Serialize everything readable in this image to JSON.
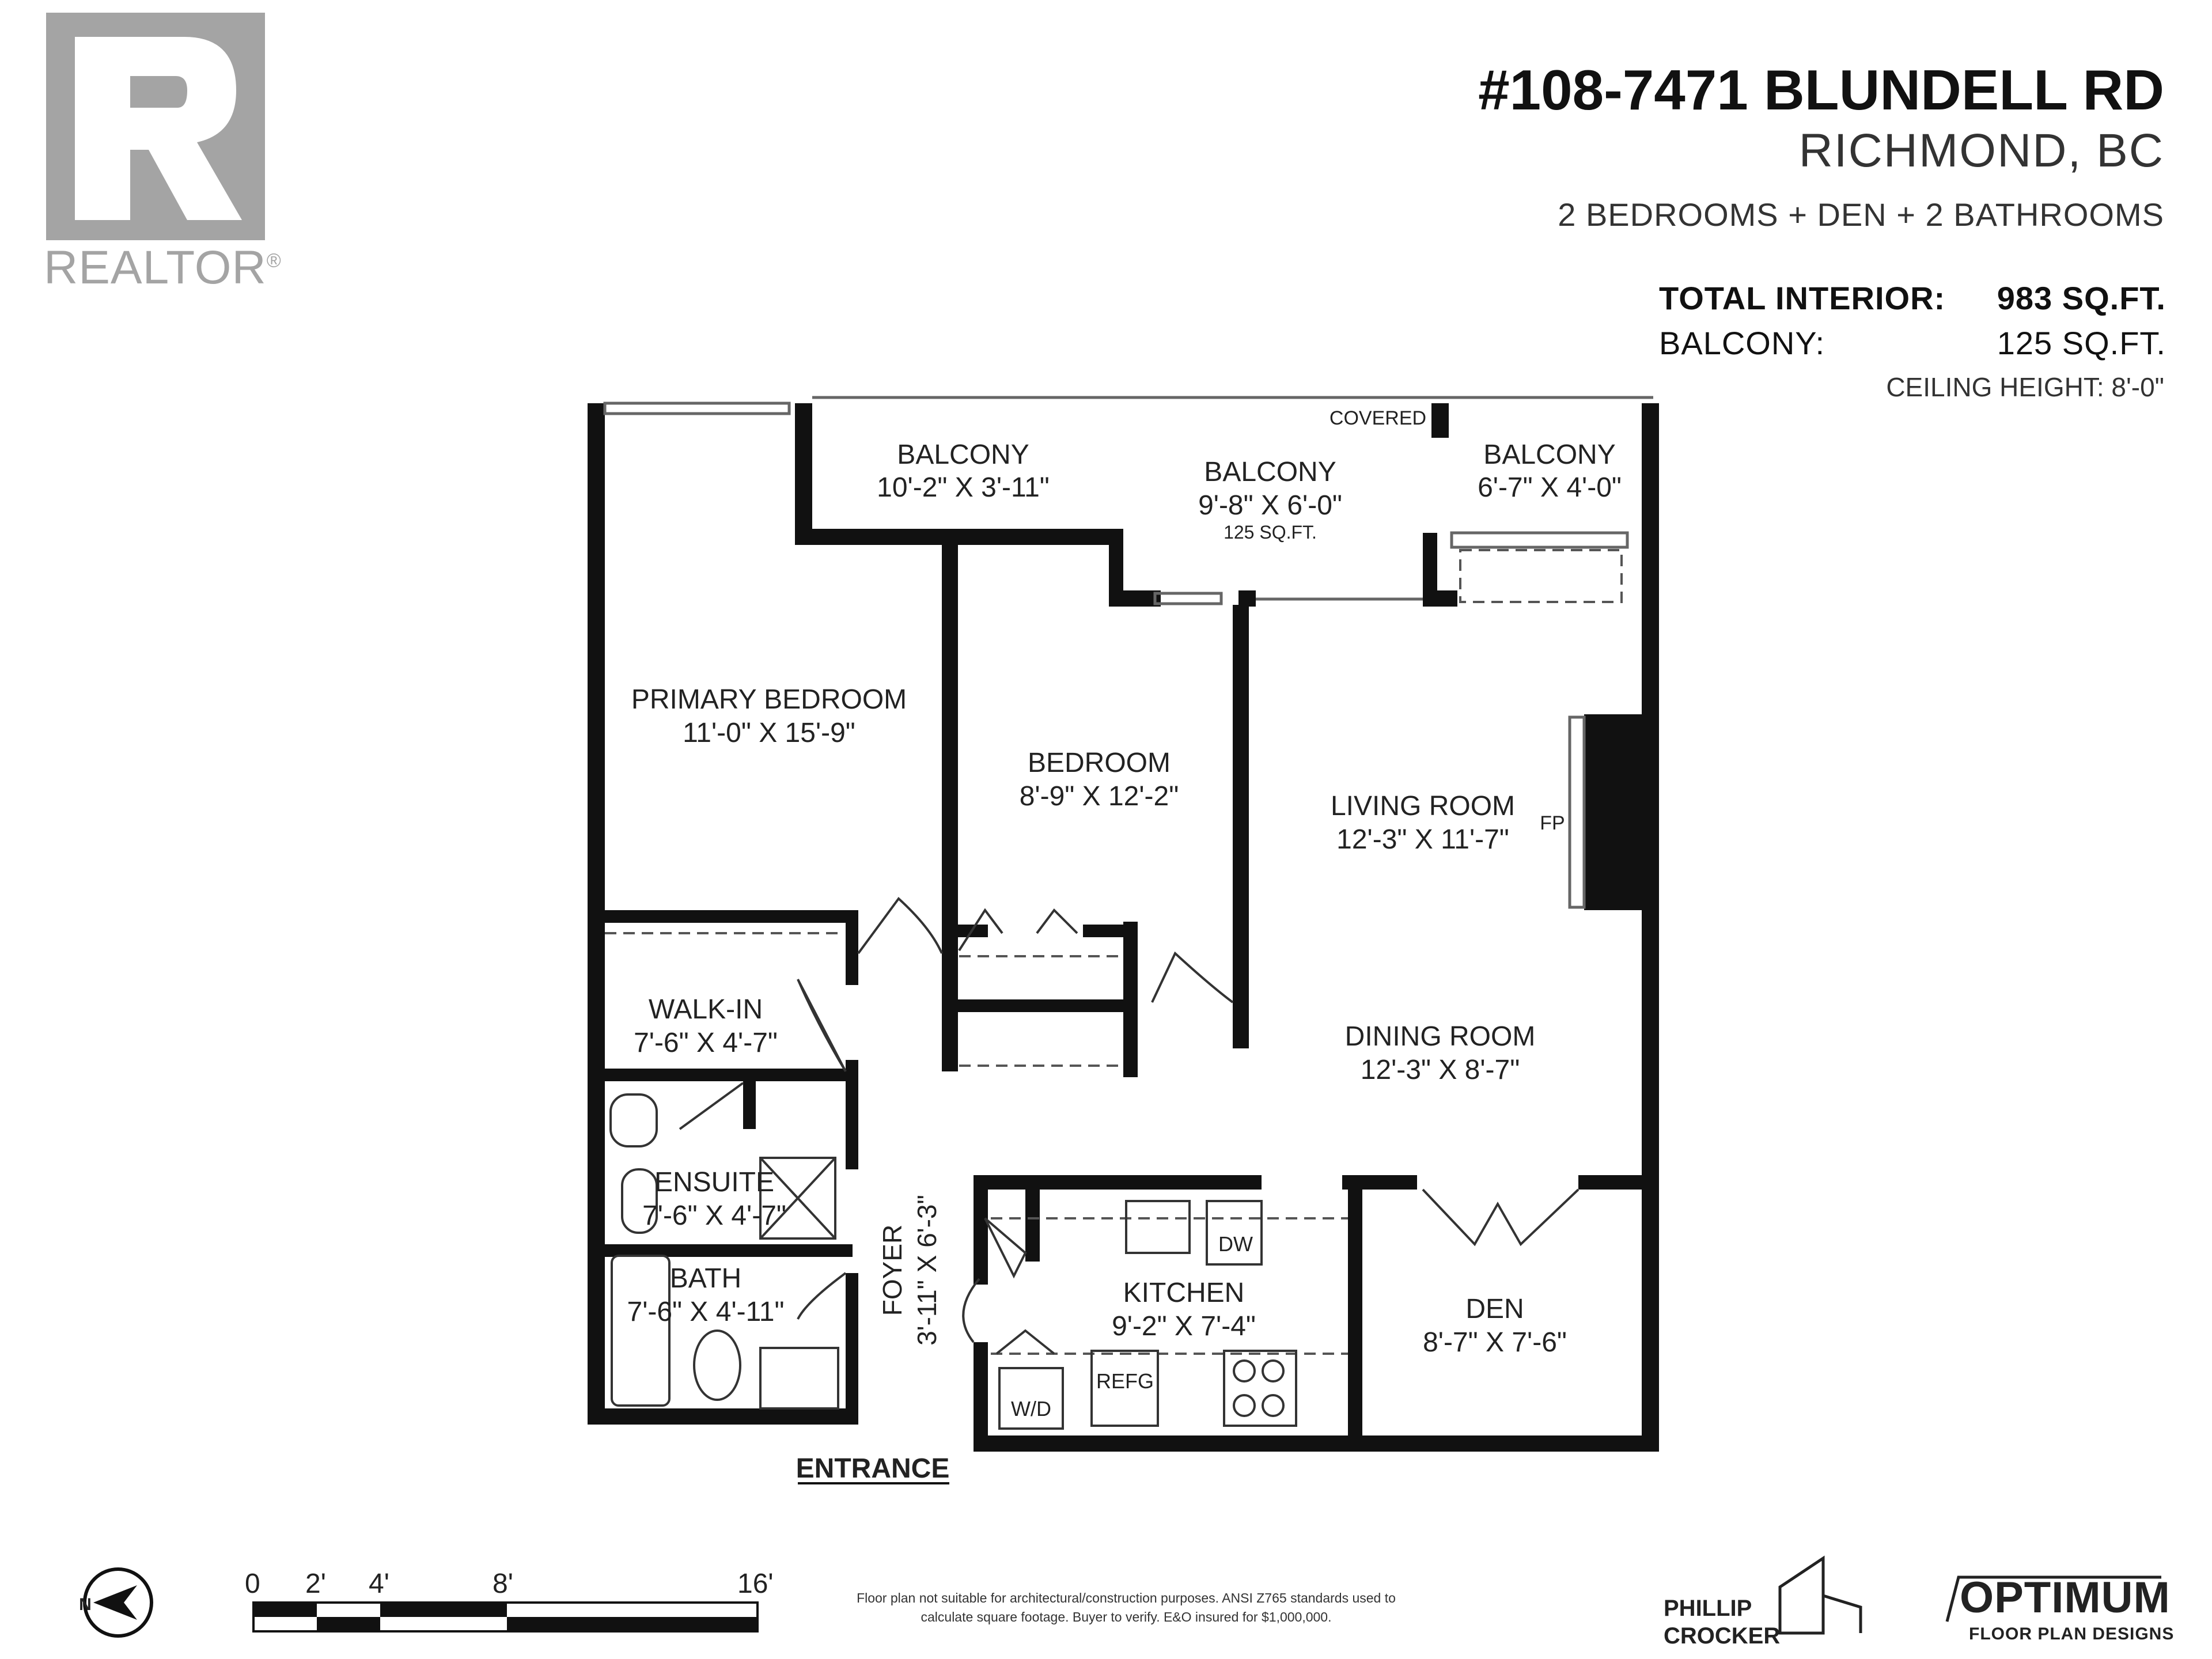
{
  "branding": {
    "realtor_logo_letter": "R",
    "realtor_text": "REALTOR",
    "registered_mark": "®"
  },
  "header": {
    "address": "#108-7471 BLUNDELL RD",
    "city": "RICHMOND, BC",
    "rooms_summary": "2 BEDROOMS + DEN + 2 BATHROOMS"
  },
  "areas": {
    "total_interior_label": "TOTAL INTERIOR:",
    "total_interior_value": "983 SQ.FT.",
    "balcony_label": "BALCONY:",
    "balcony_value": "125 SQ.FT.",
    "ceiling_height": "CEILING HEIGHT: 8'-0\""
  },
  "plan": {
    "covered_label": "COVERED",
    "rooms": {
      "balcony_left": {
        "name": "BALCONY",
        "size": "10'-2\" X 3'-11\""
      },
      "balcony_center": {
        "name": "BALCONY",
        "size": "9'-8\" X 6'-0\"",
        "area": "125 SQ.FT."
      },
      "balcony_right": {
        "name": "BALCONY",
        "size": "6'-7\" X 4'-0\""
      },
      "primary_bedroom": {
        "name": "PRIMARY BEDROOM",
        "size": "11'-0\" X 15'-9\""
      },
      "bedroom": {
        "name": "BEDROOM",
        "size": "8'-9\" X 12'-2\""
      },
      "living_room": {
        "name": "LIVING ROOM",
        "size": "12'-3\" X 11'-7\""
      },
      "fireplace": {
        "name": "FP"
      },
      "dining_room": {
        "name": "DINING ROOM",
        "size": "12'-3\" X 8'-7\""
      },
      "walk_in": {
        "name": "WALK-IN",
        "size": "7'-6\" X 4'-7\""
      },
      "ensuite": {
        "name": "ENSUITE",
        "size": "7'-6\" X 4'-7\""
      },
      "bath": {
        "name": "BATH",
        "size": "7'-6\" X 4'-11\""
      },
      "foyer": {
        "name": "FOYER",
        "size": "3'-11\" X 6'-3\""
      },
      "kitchen": {
        "name": "KITCHEN",
        "size": "9'-2\" X 7'-4\""
      },
      "den": {
        "name": "DEN",
        "size": "8'-7\" X 7'-6\""
      }
    },
    "appliances": {
      "dishwasher": "DW",
      "washer_dryer": "W/D",
      "refrigerator": "REFG"
    },
    "entrance_label": "ENTRANCE"
  },
  "footer": {
    "compass_letter": "N",
    "scale_labels": [
      "0",
      "2'",
      "4'",
      "8'",
      "16'"
    ],
    "disclaimer_line1": "Floor plan not suitable for architectural/construction purposes. ANSI Z765 standards used to",
    "disclaimer_line2": "calculate square footage. Buyer to verify. E&O insured for $1,000,000.",
    "designer_line1": "PHILLIP",
    "designer_line2": "CROCKER",
    "company_name": "OPTIMUM",
    "company_tagline": "FLOOR PLAN DESIGNS"
  }
}
